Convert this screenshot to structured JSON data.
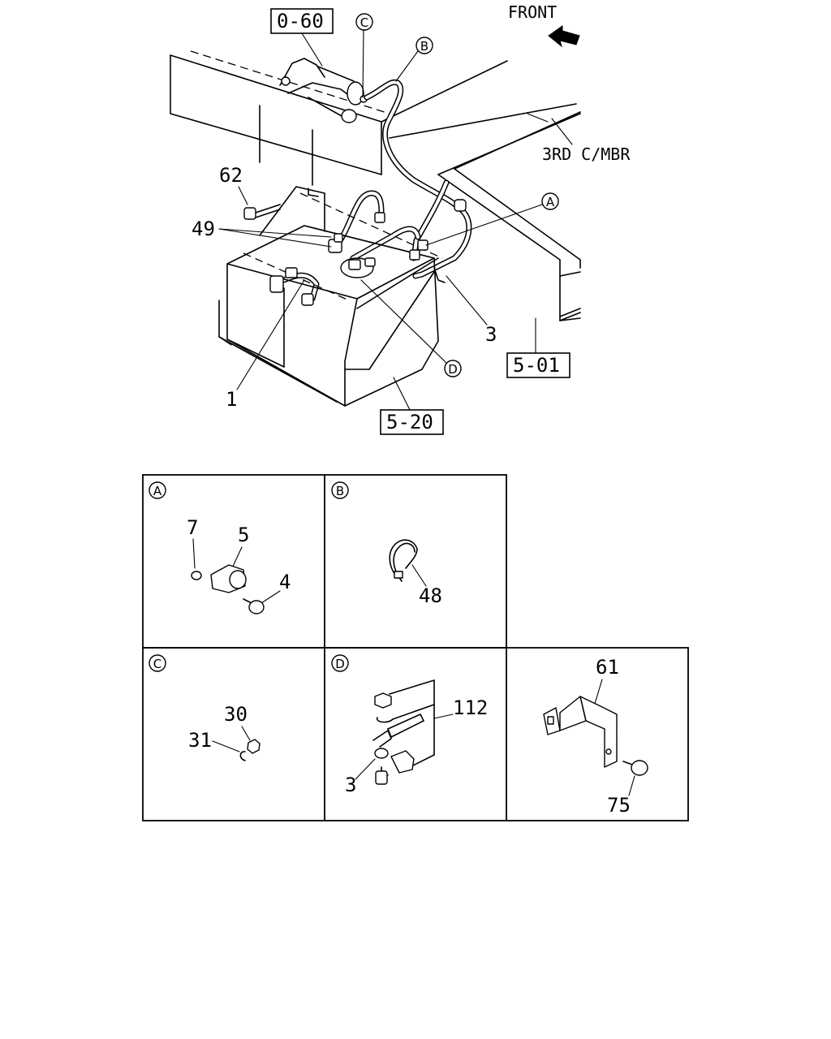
{
  "top_view": {
    "front_label": "FRONT",
    "crossmember_label": "3RD C/MBR",
    "ref_boxes": {
      "starter": "0-60",
      "frame": "5-01",
      "battery_carrier": "5-20"
    },
    "callouts": {
      "c62": "62",
      "c49": "49",
      "c1": "1",
      "c3": "3"
    },
    "detail_markers": {
      "A": "A",
      "B": "B",
      "C": "C",
      "D": "D"
    }
  },
  "detail_grid": {
    "cell_A": {
      "tag": "A",
      "parts": [
        "7",
        "5",
        "4"
      ]
    },
    "cell_B": {
      "tag": "B",
      "parts": [
        "48"
      ]
    },
    "cell_C": {
      "tag": "C",
      "parts": [
        "30",
        "31"
      ]
    },
    "cell_D": {
      "tag": "D",
      "parts": [
        "112",
        "3"
      ]
    },
    "cell_E": {
      "parts": [
        "61",
        "75"
      ]
    }
  }
}
